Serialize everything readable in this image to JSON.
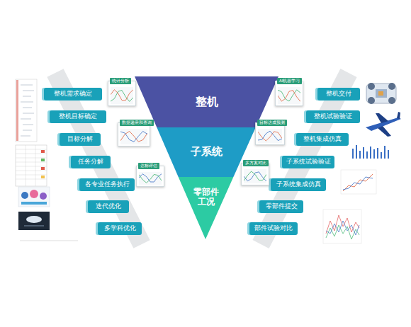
{
  "diagram": {
    "nodes": [
      {
        "text": [
          "整机"
        ]
      },
      {
        "text": [
          "子系统"
        ]
      },
      {
        "text": [
          "零部件 工况"
        ]
      },
      {
        "text": [
          "整机需求确定"
        ]
      },
      {
        "text": [
          "整机目标确定"
        ]
      },
      {
        "text": [
          "目标分解"
        ]
      },
      {
        "text": [
          "任务分解"
        ]
      },
      {
        "text": [
          "各专业任务执行"
        ]
      },
      {
        "text": [
          "迭代优化"
        ]
      },
      {
        "text": [
          "多学科优化"
        ]
      },
      {
        "text": [
          "整机交付"
        ]
      },
      {
        "text": [
          "整机试验验证"
        ]
      },
      {
        "text": [
          "整机集成仿真"
        ]
      },
      {
        "text": [
          "子系统试验验证"
        ]
      },
      {
        "text": [
          "子系统集成仿真"
        ]
      },
      {
        "text": [
          "零部件提交"
        ]
      },
      {
        "text": [
          "部件试验对比"
        ]
      },
      {
        "text": [
          "统计分析"
        ]
      },
      {
        "text": [
          "数据递采和查询"
        ]
      },
      {
        "text": [
          "达标评估"
        ]
      },
      {
        "text": [
          "AI机器学习"
        ]
      },
      {
        "text": [
          "目标达成预测"
        ]
      },
      {
        "text": [
          "多方案对比"
        ]
      }
    ]
  }
}
